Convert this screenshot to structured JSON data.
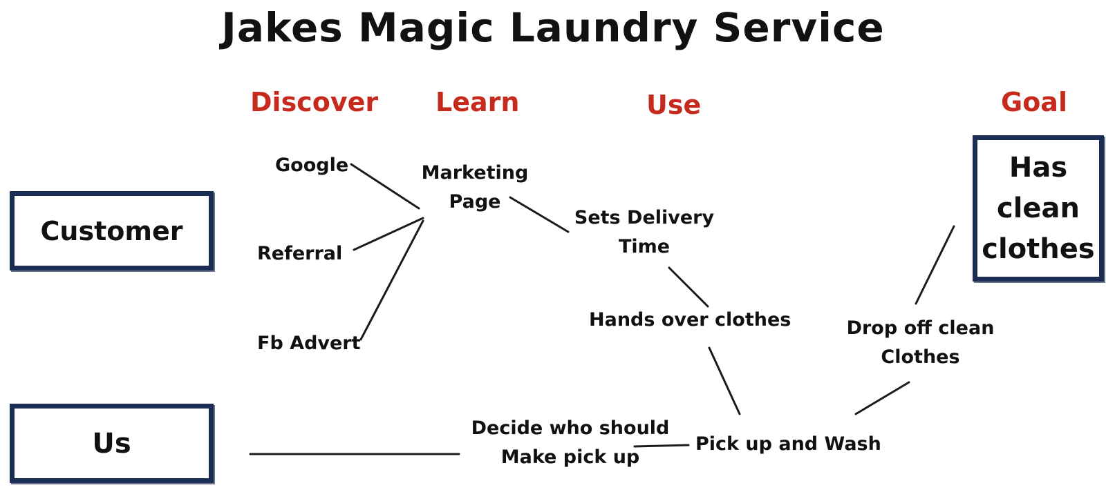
{
  "title": "Jakes Magic Laundry Service",
  "colors": {
    "stage": "#c62a1c",
    "box_border": "#1b2d55",
    "text": "#111111"
  },
  "stages": {
    "discover": "Discover",
    "learn": "Learn",
    "use": "Use",
    "goal": "Goal"
  },
  "lanes": {
    "customer": "Customer",
    "us": "Us"
  },
  "goal_box": {
    "lines": [
      "Has",
      "clean",
      "clothes"
    ]
  },
  "nodes": {
    "google": "Google",
    "referral": "Referral",
    "fb_advert": "Fb Advert",
    "marketing_page": [
      "Marketing",
      "Page"
    ],
    "sets_delivery_time": [
      "Sets Delivery",
      "Time"
    ],
    "hands_over_clothes": "Hands over clothes",
    "drop_off_clean_clothes": [
      "Drop off clean",
      "Clothes"
    ],
    "decide_who_should_make_pick_up": [
      "Decide who should",
      "Make pick up"
    ],
    "pick_up_and_wash": "Pick up and Wash"
  }
}
